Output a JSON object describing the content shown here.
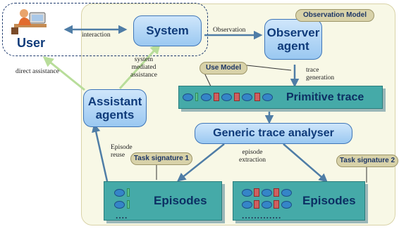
{
  "nodes": {
    "user": "User",
    "system": "System",
    "observer_agent": "Observer agent",
    "assistant_agents": "Assistant agents",
    "primitive_trace": "Primitive trace",
    "generic_trace_analyser": "Generic trace analyser",
    "episodes_left": "Episodes",
    "episodes_right": "Episodes"
  },
  "tags": {
    "observation_model": "Observation Model",
    "use_model": "Use Model",
    "task_signature_1": "Task signature 1",
    "task_signature_2": "Task signature 2"
  },
  "edge_labels": {
    "interaction": "interaction",
    "observation": "Observation",
    "system_mediated": "system mediated assistance",
    "direct_assistance": "direct assistance",
    "trace_generation": "trace generation",
    "episode_reuse": "Episode reuse",
    "episode_extraction": "episode extraction"
  },
  "dots": {
    "left": "....",
    "right": "............."
  },
  "colors": {
    "node_fill": "#9ac8f1",
    "node_border": "#3f76b8",
    "node_text": "#0f3b7a",
    "trace_panel": "#45aaa8",
    "tag_fill": "#d8d2a9",
    "arrow": "#4f7da6"
  },
  "icons": {
    "user": "person-at-desk-icon"
  }
}
